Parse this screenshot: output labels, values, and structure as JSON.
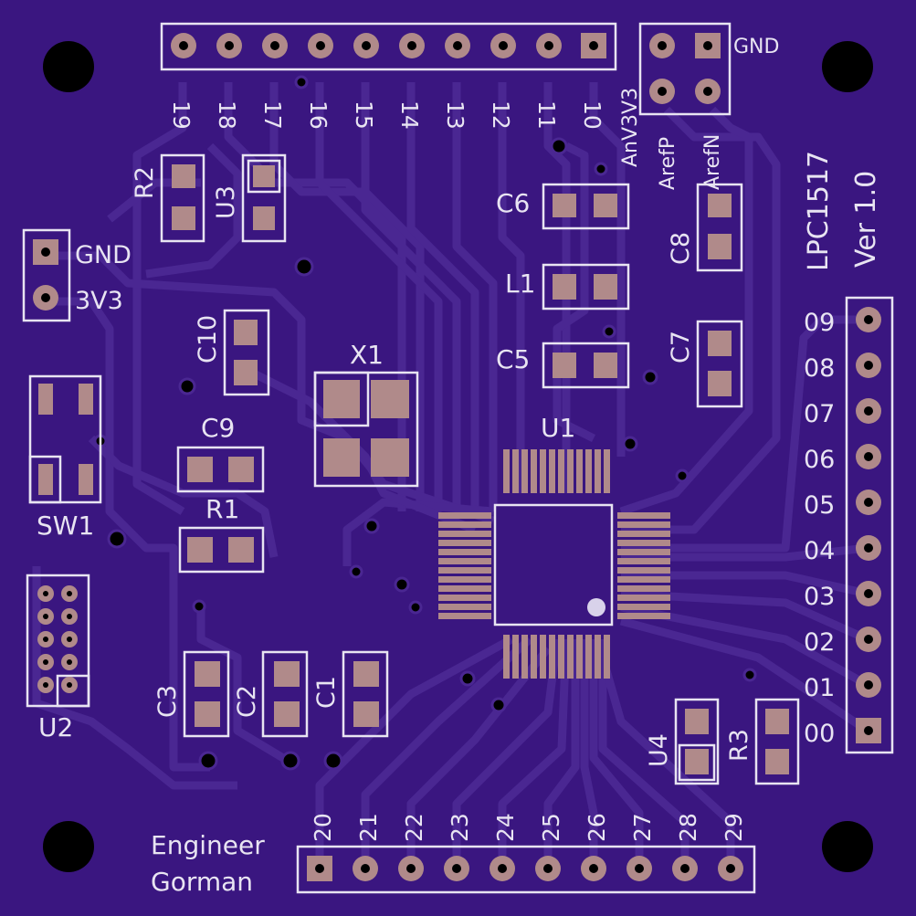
{
  "board": {
    "title": "LPC1517",
    "version": "Ver 1.0",
    "credit_line1": "Engineer",
    "credit_line2": "Gorman",
    "colors": {
      "substrate": "#3a1680",
      "trace": "#4a2792",
      "silkscreen": "#e8e4f2",
      "copper": "#b08a8a",
      "drill": "#000000"
    }
  },
  "top_header": {
    "pins": [
      "19",
      "18",
      "17",
      "16",
      "15",
      "14",
      "13",
      "12",
      "11",
      "10"
    ]
  },
  "right_header": {
    "pins": [
      "09",
      "08",
      "07",
      "06",
      "05",
      "04",
      "03",
      "02",
      "01",
      "00"
    ]
  },
  "bottom_header": {
    "pins": [
      "20",
      "21",
      "22",
      "23",
      "24",
      "25",
      "26",
      "27",
      "28",
      "29"
    ]
  },
  "analog_header": {
    "gnd": "GND",
    "anv": "AnV3V3",
    "arefp": "ArefP",
    "arefn": "ArefN"
  },
  "power_header": {
    "gnd": "GND",
    "v3v3": "3V3"
  },
  "components": {
    "r1": "R1",
    "r2": "R2",
    "r3": "R3",
    "u1": "U1",
    "u2": "U2",
    "u3": "U3",
    "u4": "U4",
    "c1": "C1",
    "c2": "C2",
    "c3": "C3",
    "c5": "C5",
    "c6": "C6",
    "c7": "C7",
    "c8": "C8",
    "c9": "C9",
    "c10": "C10",
    "l1": "L1",
    "x1": "X1",
    "sw1": "SW1"
  }
}
